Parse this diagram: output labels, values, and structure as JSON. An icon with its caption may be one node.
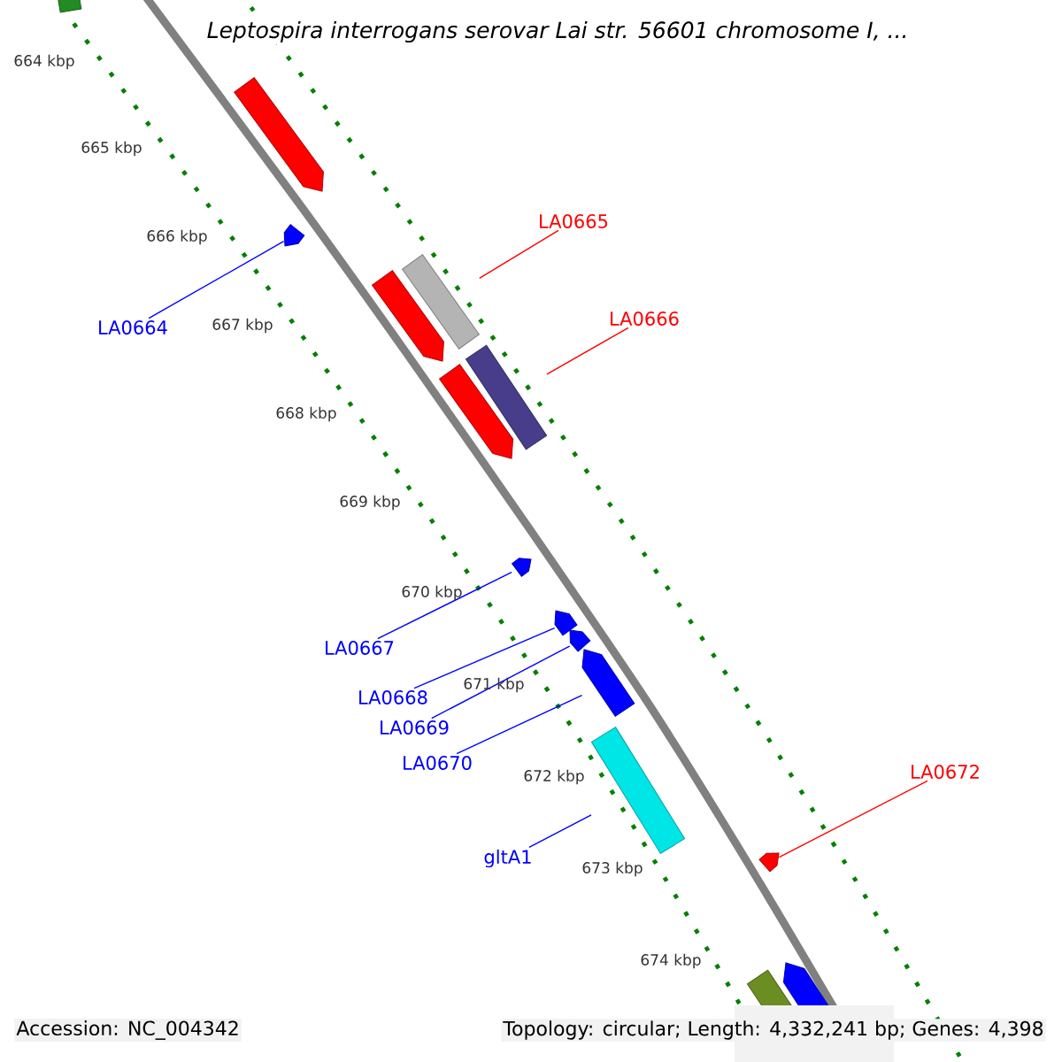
{
  "diagram": {
    "title": "Leptospira interrogans serovar Lai str. 56601 chromosome I, ...",
    "nodes": [
      {
        "text": [
          "LA0665"
        ]
      },
      {
        "text": [
          "LA0664"
        ]
      },
      {
        "text": [
          "LA0666"
        ]
      },
      {
        "text": [
          "LA0667"
        ]
      },
      {
        "text": [
          "LA0668"
        ]
      },
      {
        "text": [
          "LA0669"
        ]
      },
      {
        "text": [
          "LA0670"
        ]
      },
      {
        "text": [
          "gltA1"
        ]
      },
      {
        "text": [
          "LA0672"
        ]
      },
      {
        "text": [],
        "shape": "arrow"
      },
      {
        "text": [],
        "shape": "bar"
      },
      {
        "text": [],
        "shape": "bar"
      },
      {
        "text": [],
        "shape": "arrow"
      },
      {
        "text": [],
        "shape": "arrow"
      },
      {
        "text": [],
        "shape": "arrow"
      },
      {
        "text": [],
        "shape": "arrow"
      },
      {
        "text": [],
        "shape": "bar"
      },
      {
        "text": [],
        "shape": "arrow"
      }
    ],
    "edges": [
      {
        "from": 0,
        "to": 10,
        "arrow": "none",
        "color": "#ff0000"
      },
      {
        "from": 1,
        "to": 9,
        "arrow": "none"
      },
      {
        "from": 2,
        "to": 11,
        "arrow": "none",
        "color": "#ff0000"
      },
      {
        "from": 3,
        "to": 12,
        "arrow": "none"
      },
      {
        "from": 4,
        "to": 13,
        "arrow": "none"
      },
      {
        "from": 5,
        "to": 14,
        "arrow": "none"
      },
      {
        "from": 6,
        "to": 15,
        "arrow": "none"
      },
      {
        "from": 7,
        "to": 16,
        "arrow": "none"
      },
      {
        "from": 8,
        "to": 17,
        "arrow": "none",
        "color": "#ff0000"
      }
    ],
    "labels": [
      "664 kbp",
      "665 kbp",
      "666 kbp",
      "667 kbp",
      "668 kbp",
      "669 kbp",
      "670 kbp",
      "671 kbp",
      "672 kbp",
      "673 kbp",
      "674 kbp",
      "Accession: NC_004342",
      "Topology: circular; Length: 4,332,241 bp; Genes: 4,398"
    ]
  }
}
